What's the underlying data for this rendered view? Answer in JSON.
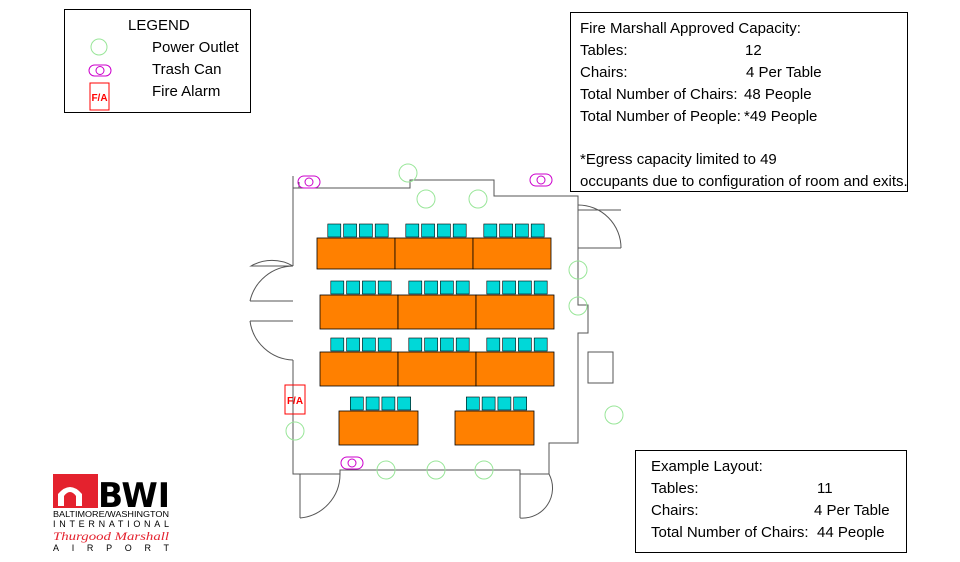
{
  "legend": {
    "title": "LEGEND",
    "items": [
      {
        "label": "Power Outlet",
        "icon": "power-outlet-icon"
      },
      {
        "label": "Trash Can",
        "icon": "trash-can-icon"
      },
      {
        "label": "Fire Alarm",
        "icon": "fire-alarm-icon"
      }
    ],
    "fire_alarm_symbol": "F/A"
  },
  "capacity": {
    "title": "Fire Marshall Approved Capacity:",
    "rows": [
      {
        "label": "Tables:",
        "value": "12"
      },
      {
        "label": "Chairs:",
        "value": "4 Per Table"
      },
      {
        "label": "Total Number of Chairs:",
        "value": "48 People"
      },
      {
        "label": "Total Number of People:",
        "value": "*49 People"
      }
    ],
    "note_line1": "*Egress capacity limited to 49",
    "note_line2": "occupants due to configuration of room and exits."
  },
  "example": {
    "title": "Example Layout:",
    "rows": [
      {
        "label": "Tables:",
        "value": "11"
      },
      {
        "label": "Chairs:",
        "value": "4 Per Table"
      },
      {
        "label": "Total Number of Chairs:",
        "value": "44 People"
      }
    ]
  },
  "floor": {
    "fire_alarm_label": "F/A",
    "table_rows": [
      3,
      3,
      3,
      2
    ],
    "chairs_per_table": 4
  },
  "logo": {
    "wordmark": "BWI",
    "line1": "BALTIMORE/WASHINGTON",
    "line2": "INTERNATIONAL",
    "line3": "Thurgood Marshall",
    "line4": "AIRPORT"
  },
  "colors": {
    "table": "#FF8000",
    "chair": "#00D8D8",
    "outlet": "#99E699",
    "trash": "#CC00CC",
    "alarm": "#FF0000",
    "logo_red": "#E4222E"
  }
}
